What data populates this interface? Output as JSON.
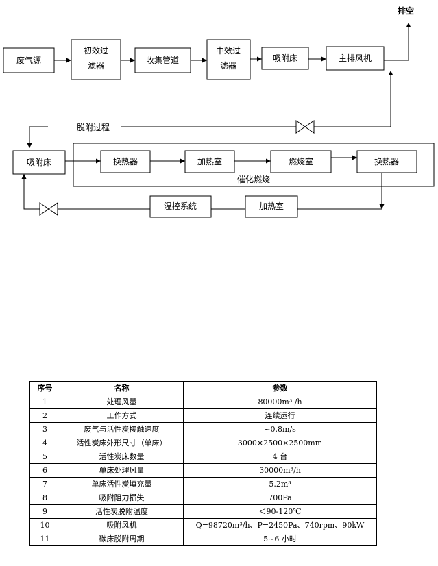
{
  "diagram": {
    "nodes": {
      "waste_gas_source": "废气源",
      "primary_filter_l1": "初效过",
      "primary_filter_l2": "滤器",
      "collection_pipe": "收集管道",
      "medium_filter_l1": "中效过",
      "medium_filter_l2": "滤器",
      "adsorption_bed_top": "吸附床",
      "main_exhaust_fan": "主排风机",
      "exhaust": "排空",
      "desorption_process": "脱附过程",
      "adsorption_bed_left": "吸附床",
      "heat_exchanger_1": "换热器",
      "heating_chamber_1": "加热室",
      "combustion_chamber": "燃烧室",
      "heat_exchanger_2": "换热器",
      "catalytic_combustion": "催化燃烧",
      "temp_control_system": "温控系统",
      "heating_chamber_2": "加热室"
    }
  },
  "table": {
    "headers": [
      "序号",
      "名称",
      "参数"
    ],
    "rows": [
      [
        "1",
        "处理风量",
        "80000m³ /h"
      ],
      [
        "2",
        "工作方式",
        "连续运行"
      ],
      [
        "3",
        "废气与活性炭接触速度",
        "~0.8m/s"
      ],
      [
        "4",
        "活性炭床外形尺寸（单床）",
        "3000×2500×2500mm"
      ],
      [
        "5",
        "活性炭床数量",
        "4 台"
      ],
      [
        "6",
        "单床处理风量",
        "30000m³/h"
      ],
      [
        "7",
        "单床活性炭填充量",
        "5.2m³"
      ],
      [
        "8",
        "吸附阻力损失",
        "700Pa"
      ],
      [
        "9",
        "活性炭脱附温度",
        "＜90-120℃"
      ],
      [
        "10",
        "吸附风机",
        "Q=98720m³/h、P=2450Pa、740rpm、90kW"
      ],
      [
        "11",
        "碳床脱附周期",
        "5~6 小时"
      ]
    ]
  }
}
